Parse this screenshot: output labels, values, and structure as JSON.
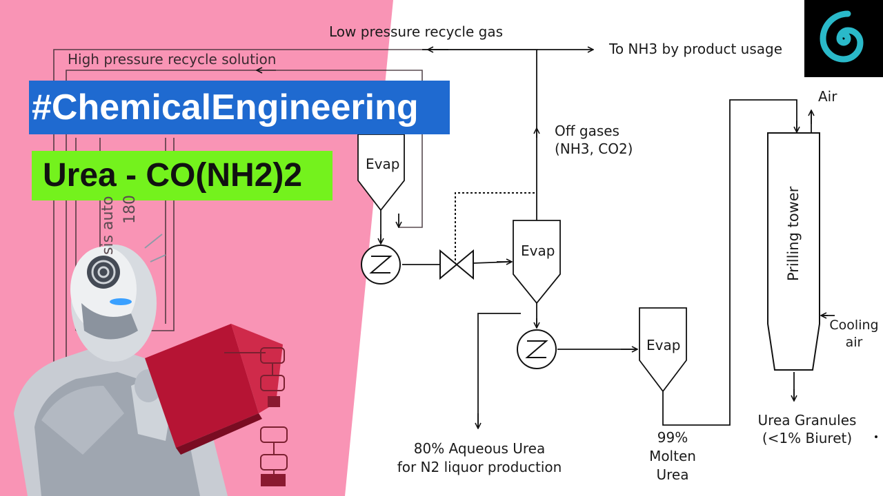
{
  "thumbnail": {
    "title_tag": "#ChemicalEngineering",
    "subtitle_tag": "Urea - CO(NH2)2",
    "brand_logo": "spiral-logo-icon",
    "colors": {
      "pink_panel": "#f994b5",
      "title_bg": "#1f6ad0",
      "subtitle_bg": "#74f21d",
      "logo_bg": "#000000",
      "logo_fg": "#2ab9c9",
      "line": "#111111"
    }
  },
  "diagram": {
    "labels": {
      "low_pressure_recycle_gas": "Low pressure recycle gas",
      "high_pressure_recycle_solution": "High pressure recycle solution",
      "to_nh3": "To NH3 by product usage",
      "off_gases_1": "Off gases",
      "off_gases_2": "(NH3, CO2)",
      "air": "Air",
      "prilling_tower": "Prilling tower",
      "cooling_air_1": "Cooling",
      "cooling_air_2": "air",
      "urea_granules_1": "Urea Granules",
      "urea_granules_2": "(<1% Biuret)",
      "aqueous_urea_1": "80% Aqueous Urea",
      "aqueous_urea_2": "for N2 liquor production",
      "molten_1": "99%",
      "molten_2": "Molten",
      "molten_3": "Urea",
      "faded_1": "sis auto",
      "faded_2": "180"
    },
    "evaporators": [
      "Evap",
      "Evap",
      "Evap"
    ]
  }
}
